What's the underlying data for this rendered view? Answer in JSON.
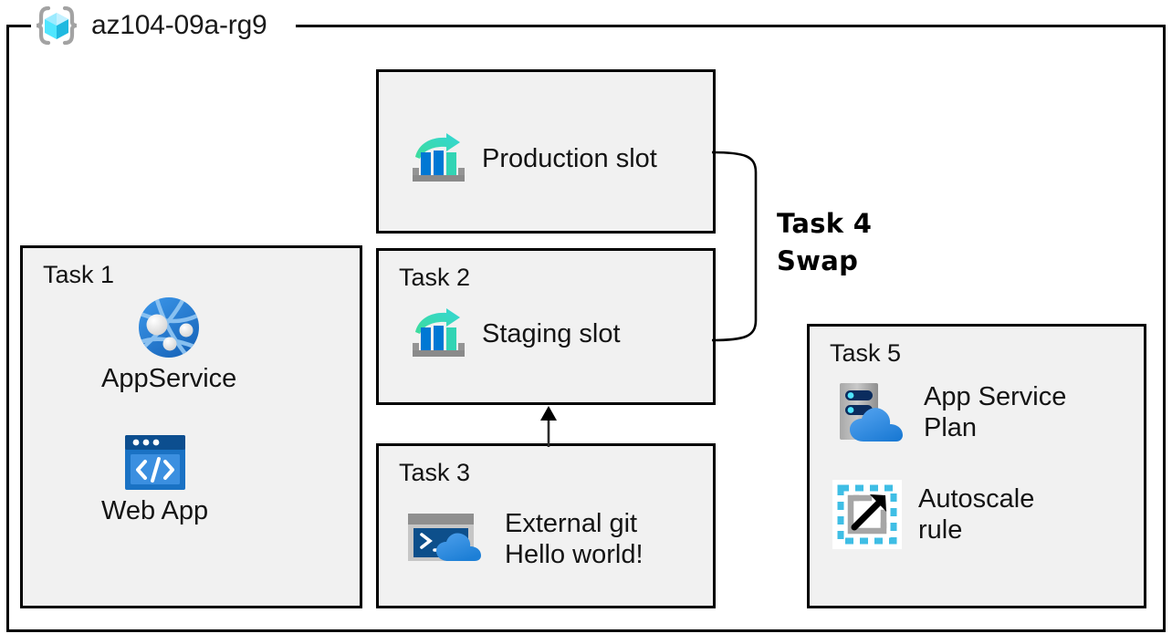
{
  "diagram": {
    "resource_group": {
      "name": "az104-09a-rg9",
      "icon": "resource-group-cube-icon"
    },
    "boxes": [
      {
        "id": "production",
        "title": "",
        "rows": [
          {
            "icon": "deployment-slot-icon",
            "label": "Production slot"
          }
        ]
      },
      {
        "id": "task1",
        "title": "Task 1",
        "rows": [
          {
            "icon": "app-service-globe-icon",
            "label": "AppService"
          },
          {
            "icon": "web-app-browser-icon",
            "label": "Web App"
          }
        ]
      },
      {
        "id": "task2",
        "title": "Task 2",
        "rows": [
          {
            "icon": "deployment-slot-icon",
            "label": "Staging slot"
          }
        ]
      },
      {
        "id": "task3",
        "title": "Task 3",
        "rows": [
          {
            "icon": "cloud-shell-icon",
            "label": "External git\nHello world!"
          }
        ]
      },
      {
        "id": "task5",
        "title": "Task 5",
        "rows": [
          {
            "icon": "app-service-plan-icon",
            "label": "App Service\nPlan"
          },
          {
            "icon": "autoscale-rule-icon",
            "label": "Autoscale\nrule"
          }
        ]
      }
    ],
    "connectors": {
      "swap_label": "Task 4\nSwap",
      "swap_icon": "swap-bracket-connector",
      "deploy_icon": "deploy-arrow-up-icon"
    },
    "colors": {
      "box_fill": "#f1f1f1",
      "box_border": "#000000",
      "azure_blue": "#0078d4",
      "azure_teal": "#32d4b4",
      "azure_cyan": "#50e6ff",
      "text": "#141414"
    }
  }
}
